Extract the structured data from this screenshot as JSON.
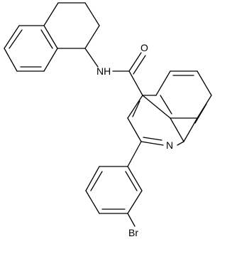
{
  "molecule": {
    "atoms": {
      "oxygen": "O",
      "amide_nh": "NH",
      "ring_nitrogen": "N",
      "bromine": "Br"
    },
    "colors": {
      "bond": "#000000",
      "label": "#000000",
      "background": "#ffffff"
    }
  }
}
